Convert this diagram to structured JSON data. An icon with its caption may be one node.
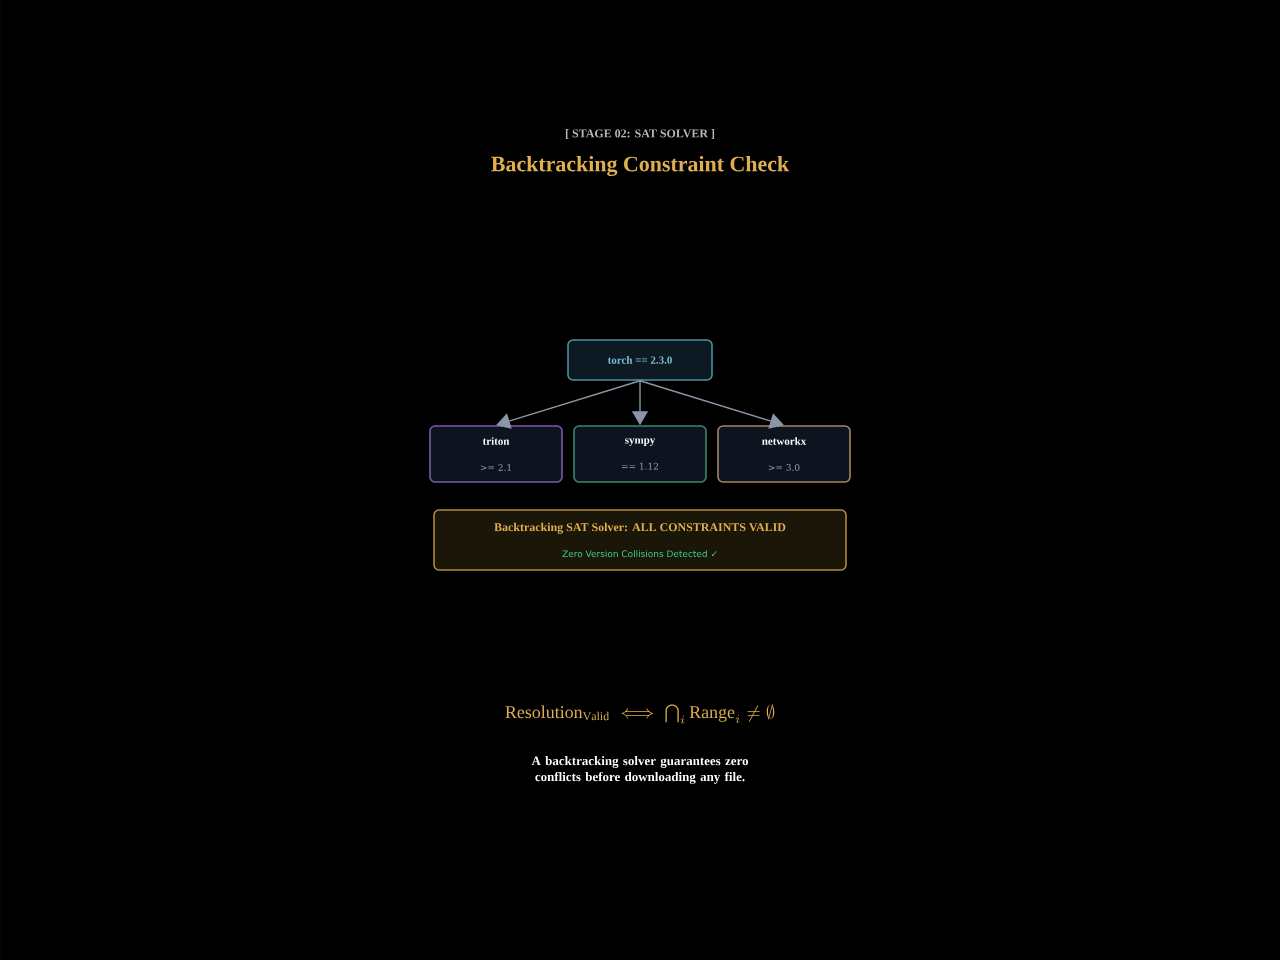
{
  "diagram": {
    "title": "Backtracking Constraint Check",
    "caption": "A backtracking solver guarantees zero conflicts before downloading any file.",
    "nodes": [
      {
        "text": [
          "torch == 2.3.0"
        ]
      },
      {
        "text": [
          "triton",
          ">= 2.1"
        ]
      },
      {
        "text": [
          "sympy",
          "== 1.12"
        ]
      },
      {
        "text": [
          "networkx",
          ">= 3.0"
        ]
      },
      {
        "text": [
          "Backtracking SAT Solver: ALL CONSTRAINTS VALID",
          "Zero Version Collisions Detected ✓"
        ]
      }
    ],
    "edges": [
      {
        "from": 0,
        "to": 1,
        "arrow": "to"
      },
      {
        "from": 0,
        "to": 2,
        "arrow": "to"
      },
      {
        "from": 0,
        "to": 3,
        "arrow": "to"
      }
    ],
    "labels": [
      "[ STAGE 02: SAT SOLVER ]",
      "\\mathrm{Resolution}_{\\mathrm{Valid}} \\iff \\bigcap_i \\mathrm{Range}_i \\neq \\emptyset"
    ]
  }
}
